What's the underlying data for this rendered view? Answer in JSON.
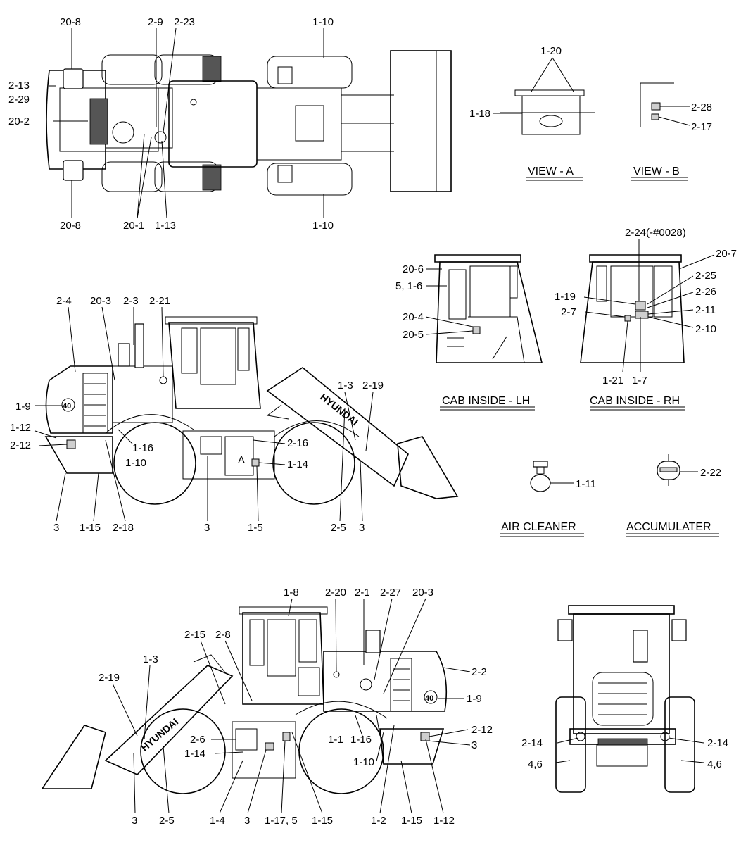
{
  "labels": {
    "top_view": {
      "l20_8a": "20-8",
      "l2_9": "2-9",
      "l2_23": "2-23",
      "l1_10a": "1-10",
      "l2_13": "2-13",
      "l2_29": "2-29",
      "l20_2": "20-2",
      "l20_8b": "20-8",
      "l20_1": "20-1",
      "l1_13": "1-13",
      "l1_10b": "1-10"
    },
    "view_a": {
      "l1_20": "1-20",
      "l1_18": "1-18",
      "caption": "VIEW - A"
    },
    "view_b": {
      "l2_28": "2-28",
      "l2_17": "2-17",
      "caption": "VIEW - B"
    },
    "cab_lh": {
      "l20_6": "20-6",
      "l5_16": "5, 1-6",
      "l20_4": "20-4",
      "l20_5": "20-5",
      "caption": "CAB INSIDE - LH"
    },
    "cab_rh": {
      "l2_24": "2-24(-#0028)",
      "l20_7": "20-7",
      "l2_25": "2-25",
      "l2_26": "2-26",
      "l1_19": "1-19",
      "l2_7": "2-7",
      "l2_11": "2-11",
      "l2_10": "2-10",
      "l1_21": "1-21",
      "l1_7": "1-7",
      "caption": "CAB INSIDE - RH"
    },
    "lh_side": {
      "l2_4": "2-4",
      "l20_3": "20-3",
      "l2_3": "2-3",
      "l2_21": "2-21",
      "l1_3": "1-3",
      "l2_19": "2-19",
      "l1_9": "1-9",
      "l1_12": "1-12",
      "l2_12": "2-12",
      "l1_16": "1-16",
      "l1_10": "1-10",
      "l2_16": "2-16",
      "l1_14": "1-14",
      "l3a": "3",
      "l1_15": "1-15",
      "l2_18": "2-18",
      "l3b": "3",
      "l1_5": "1-5",
      "l2_5": "2-5",
      "l3c": "3",
      "view_a_mark": "A",
      "brand": "HYUNDAI",
      "decal_40": "40"
    },
    "air_cleaner": {
      "l1_11": "1-11",
      "caption": "AIR CLEANER"
    },
    "accumulater": {
      "l2_22": "2-22",
      "caption": "ACCUMULATER"
    },
    "rh_side": {
      "l1_8": "1-8",
      "l2_20": "2-20",
      "l2_1": "2-1",
      "l2_27": "2-27",
      "l20_3": "20-3",
      "l2_15": "2-15",
      "l2_8": "2-8",
      "l2_2": "2-2",
      "l1_3": "1-3",
      "l2_19": "2-19",
      "l1_9": "1-9",
      "l2_12": "2-12",
      "l2_6": "2-6",
      "l1_1": "1-1",
      "l1_16": "1-16",
      "l3a": "3",
      "l1_14": "1-14",
      "l1_10": "1-10",
      "l3b": "3",
      "l2_5": "2-5",
      "l1_4": "1-4",
      "l3c": "3",
      "l1_17_5": "1-17, 5",
      "l1_15a": "1-15",
      "l1_2": "1-2",
      "l1_15b": "1-15",
      "l1_12": "1-12",
      "brand": "HYUNDAI",
      "decal_40": "40"
    },
    "rear_view": {
      "l2_14a": "2-14",
      "l2_14b": "2-14",
      "l4_6a": "4,6",
      "l4_6b": "4,6"
    }
  }
}
